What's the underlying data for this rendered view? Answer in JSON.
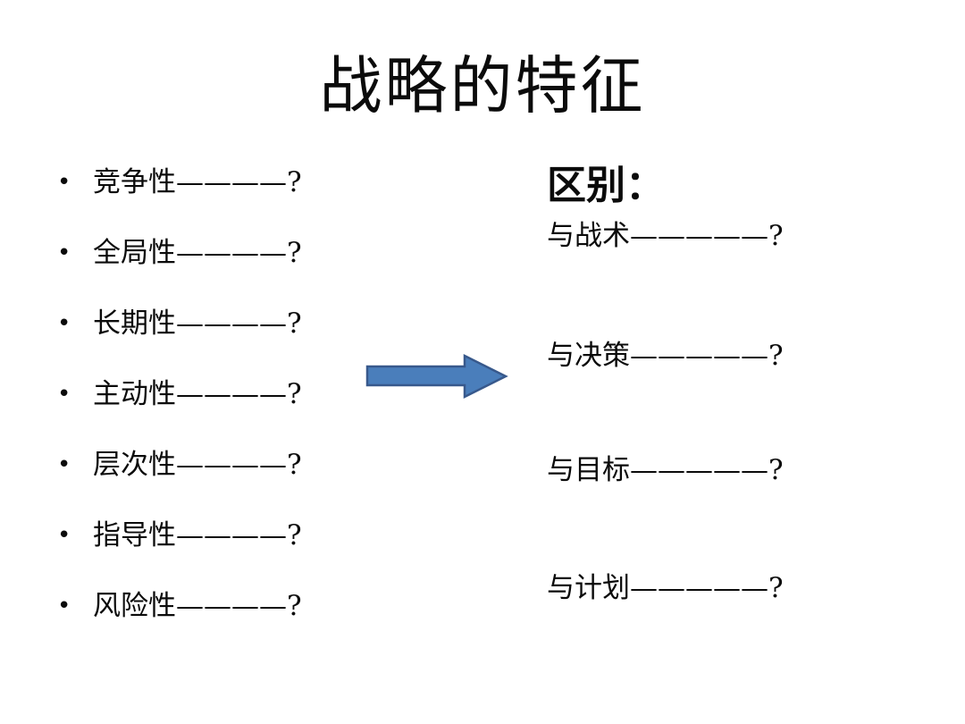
{
  "slide": {
    "title": "战略的特征",
    "bullet_char": "•",
    "left_list": {
      "items": [
        {
          "text": "竞争性————?"
        },
        {
          "text": "全局性————?"
        },
        {
          "text": "长期性————?"
        },
        {
          "text": "主动性————?"
        },
        {
          "text": "层次性————?"
        },
        {
          "text": "指导性————?"
        },
        {
          "text": "风险性————?"
        }
      ]
    },
    "arrow": {
      "fill": "#4A7EBB",
      "stroke": "#38598C",
      "direction": "right"
    },
    "right_panel": {
      "heading": "区别：",
      "items": [
        {
          "text": "与战术—————?"
        },
        {
          "text": "与决策—————?"
        },
        {
          "text": "与目标—————?"
        },
        {
          "text": "与计划—————?"
        }
      ]
    }
  }
}
